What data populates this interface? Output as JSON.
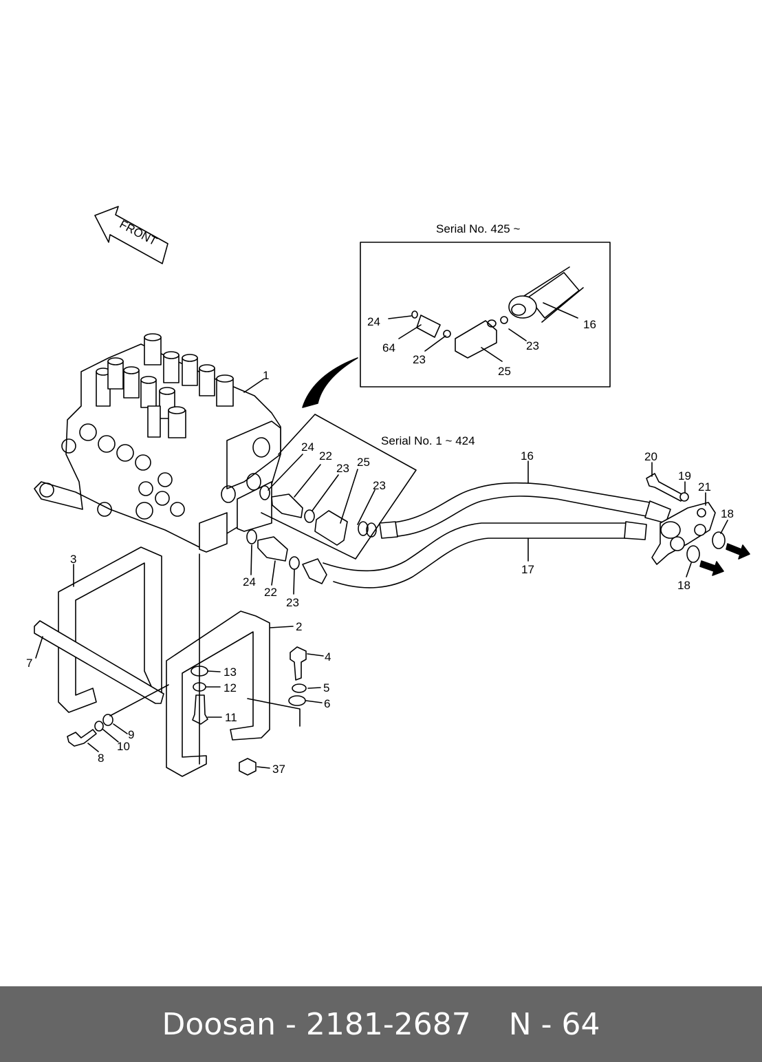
{
  "front_label": "FRONT",
  "inset_title": "Serial No. 425 ~",
  "lower_title": "Serial No. 1 ~ 424",
  "callouts": {
    "c1": "1",
    "c2": "2",
    "c3": "3",
    "c4": "4",
    "c5": "5",
    "c6": "6",
    "c7": "7",
    "c8": "8",
    "c9": "9",
    "c10": "10",
    "c11": "11",
    "c12": "12",
    "c13": "13",
    "c16": "16",
    "c17": "17",
    "c18a": "18",
    "c18b": "18",
    "c19": "19",
    "c20": "20",
    "c21": "21",
    "c22a": "22",
    "c22b": "22",
    "c23a": "23",
    "c23b": "23",
    "c23c": "23",
    "c24a": "24",
    "c24b": "24",
    "c25": "25",
    "c37": "37",
    "i24": "24",
    "i64": "64",
    "i23a": "23",
    "i23b": "23",
    "i25": "25",
    "i16": "16"
  },
  "footer": {
    "part": "Doosan - 2181-2687",
    "page": "N - 64"
  }
}
